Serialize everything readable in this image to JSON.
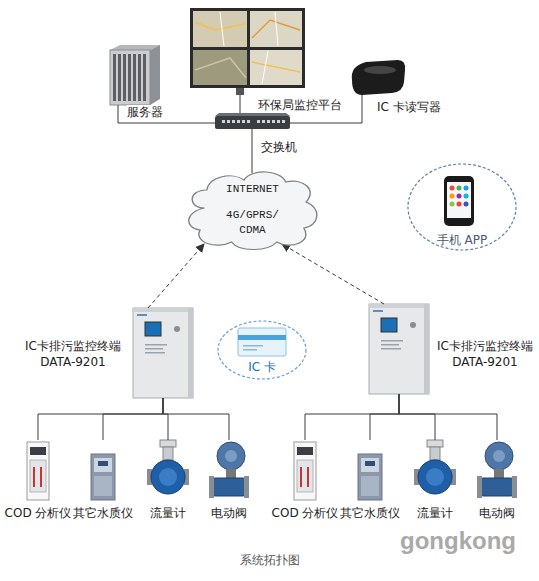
{
  "diagram": {
    "caption": "系统拓扑图",
    "nodes": [
      {
        "text": [
          "环保局监控平台"
        ]
      },
      {
        "text": [
          "服务器"
        ]
      },
      {
        "text": [
          "IC 卡读写器"
        ]
      },
      {
        "text": [
          "交换机"
        ]
      },
      {
        "text": [
          "INTERNET",
          "4G/GPRS/ CDMA"
        ]
      },
      {
        "text": [
          "手机 APP"
        ]
      },
      {
        "text": [
          "IC卡排污监控终端 DATA-9201"
        ]
      },
      {
        "text": [
          "IC 卡"
        ]
      },
      {
        "text": [
          "IC卡排污监控终端 DATA-9201"
        ]
      },
      {
        "text": [
          "COD 分析仪"
        ]
      },
      {
        "text": [
          "其它水质仪"
        ]
      },
      {
        "text": [
          "流量计"
        ]
      },
      {
        "text": [
          "电动阀"
        ]
      },
      {
        "text": [
          "COD 分析仪"
        ]
      },
      {
        "text": [
          "其它水质仪"
        ]
      },
      {
        "text": [
          "流量计"
        ]
      },
      {
        "text": [
          "电动阀"
        ]
      }
    ],
    "edges": [
      {
        "from": 1,
        "to": 3,
        "arrow": "none"
      },
      {
        "from": 0,
        "to": 3,
        "arrow": "none"
      },
      {
        "from": 2,
        "to": 3,
        "arrow": "none"
      },
      {
        "from": 3,
        "to": 4,
        "arrow": "none"
      },
      {
        "from": 6,
        "to": 4,
        "arrow": "to"
      },
      {
        "from": 8,
        "to": 4,
        "arrow": "to"
      },
      {
        "from": 6,
        "to": 9,
        "arrow": "none"
      },
      {
        "from": 6,
        "to": 10,
        "arrow": "none"
      },
      {
        "from": 6,
        "to": 11,
        "arrow": "none"
      },
      {
        "from": 6,
        "to": 12,
        "arrow": "none"
      },
      {
        "from": 8,
        "to": 13,
        "arrow": "none"
      },
      {
        "from": 8,
        "to": 14,
        "arrow": "none"
      },
      {
        "from": 8,
        "to": 15,
        "arrow": "none"
      },
      {
        "from": 8,
        "to": 16,
        "arrow": "none"
      }
    ],
    "labels": [
      "gongkong"
    ]
  }
}
